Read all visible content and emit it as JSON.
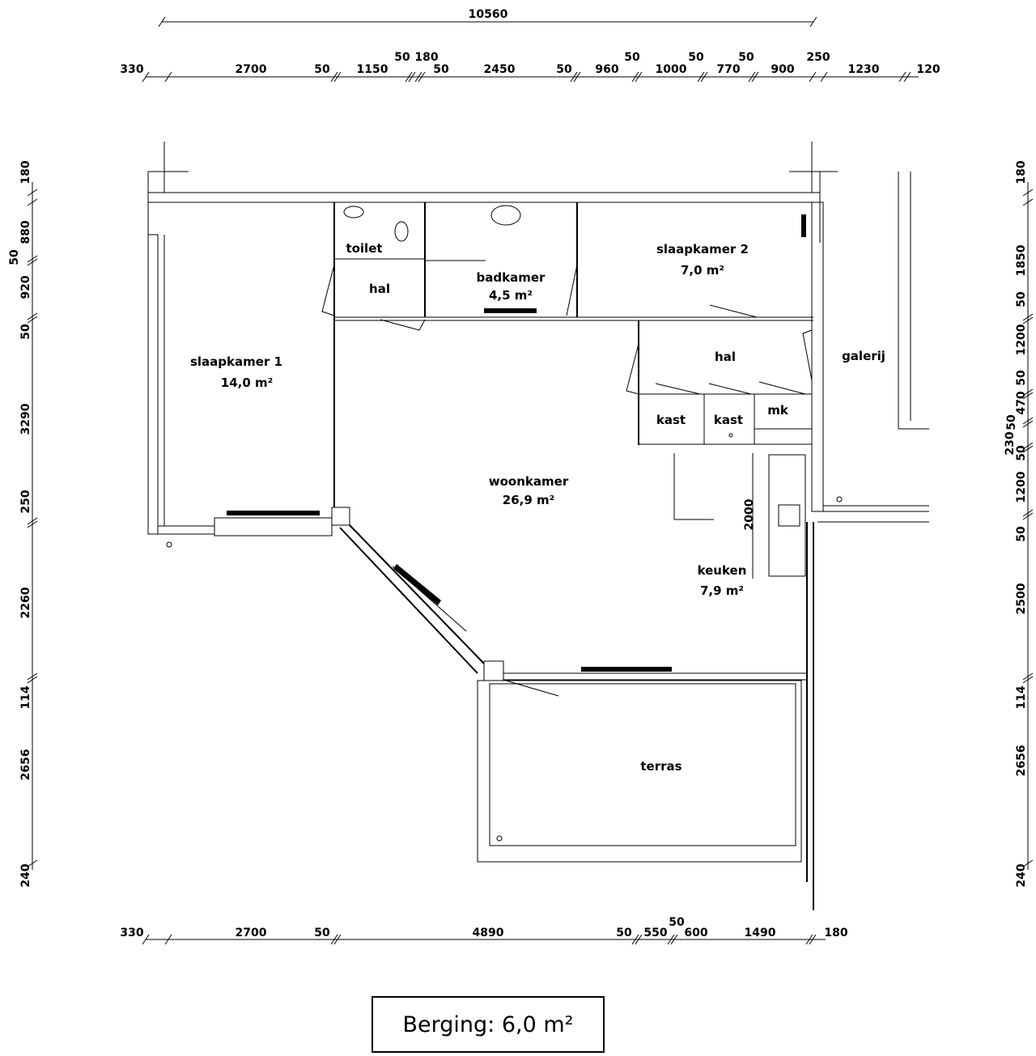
{
  "overall_dimension": "10560",
  "top_dimensions": [
    "330",
    "2700",
    "50",
    "1150",
    "50",
    "180",
    "50",
    "2450",
    "50",
    "960",
    "50",
    "1000",
    "50",
    "770",
    "50",
    "900",
    "250",
    "1230",
    "120"
  ],
  "bottom_dimensions": [
    "330",
    "2700",
    "50",
    "4890",
    "50",
    "550",
    "50",
    "600",
    "1490",
    "180"
  ],
  "left_dimensions": [
    "180",
    "880",
    "50",
    "920",
    "50",
    "3290",
    "250",
    "2260",
    "114",
    "2656",
    "240"
  ],
  "right_dimensions": [
    "180",
    "1850",
    "50",
    "1200",
    "50",
    "470",
    "50",
    "230",
    "50",
    "1200",
    "50",
    "2500",
    "114",
    "2656",
    "240"
  ],
  "rooms": {
    "slaapkamer1": {
      "name": "slaapkamer 1",
      "area": "14,0 m²"
    },
    "toilet": {
      "name": "toilet"
    },
    "hal1": {
      "name": "hal"
    },
    "badkamer": {
      "name": "badkamer",
      "area": "4,5 m²"
    },
    "slaapkamer2": {
      "name": "slaapkamer 2",
      "area": "7,0 m²"
    },
    "hal2": {
      "name": "hal"
    },
    "galerij": {
      "name": "galerij"
    },
    "kast1": {
      "name": "kast"
    },
    "kast2": {
      "name": "kast"
    },
    "mk": {
      "name": "mk"
    },
    "woonkamer": {
      "name": "woonkamer",
      "area": "26,9 m²"
    },
    "keuken": {
      "name": "keuken",
      "area": "7,9 m²",
      "dimension": "2000"
    },
    "terras": {
      "name": "terras"
    }
  },
  "berging": "Berging: 6,0 m²"
}
